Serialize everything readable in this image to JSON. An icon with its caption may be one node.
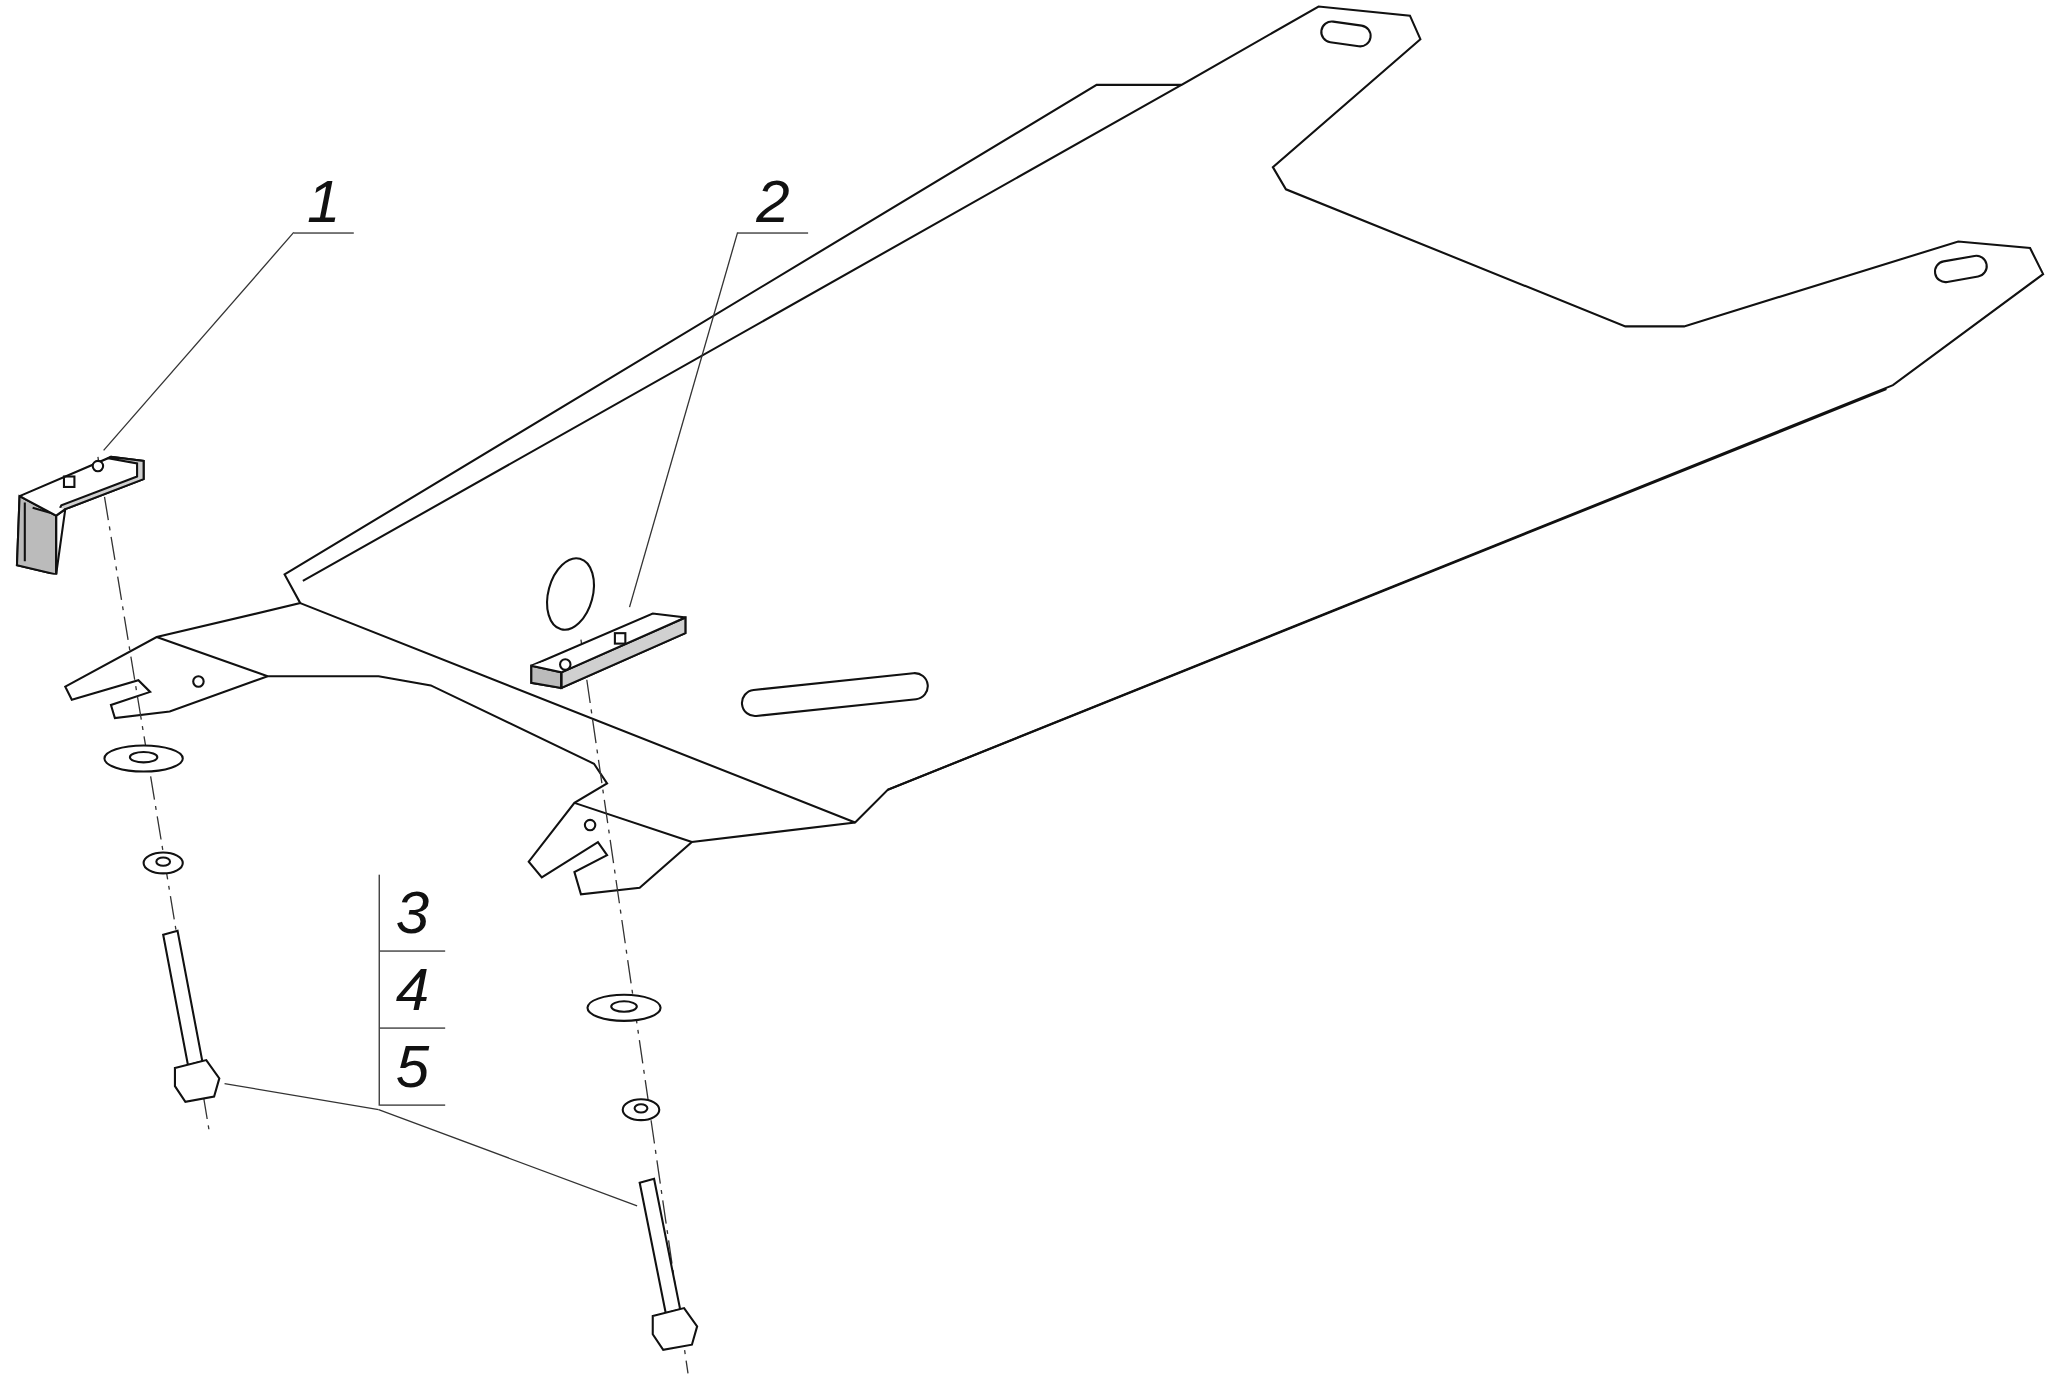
{
  "diagram": {
    "nodes": [
      {
        "text": [
          "1"
        ]
      },
      {
        "text": [],
        "shape": "picture"
      },
      {
        "text": [
          "2"
        ]
      },
      {
        "text": [],
        "shape": "picture"
      },
      {
        "text": [
          "3",
          "4",
          "5"
        ]
      },
      {
        "text": [],
        "shape": "picture"
      },
      {
        "text": [],
        "shape": "picture"
      }
    ],
    "edges": [
      {
        "from": 0,
        "to": 1,
        "arrow": "none"
      },
      {
        "from": 2,
        "to": 3,
        "arrow": "none"
      },
      {
        "from": 4,
        "to": 5,
        "arrow": "none"
      },
      {
        "from": 4,
        "to": 6,
        "arrow": "none"
      }
    ]
  }
}
